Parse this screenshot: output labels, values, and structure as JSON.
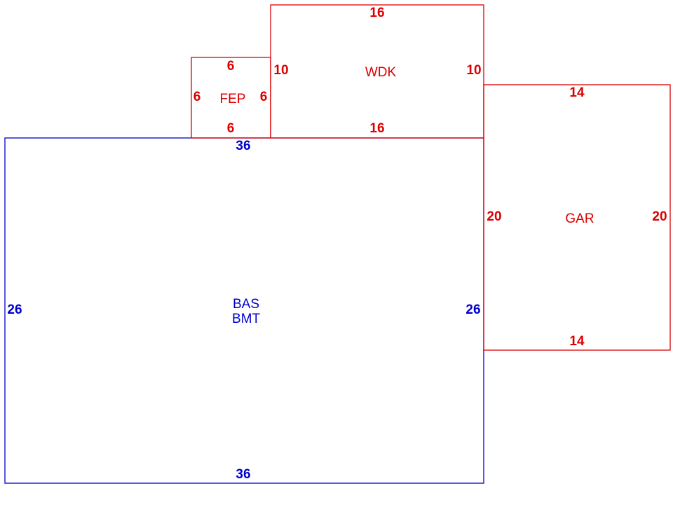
{
  "colors": {
    "basement": "#0000cc",
    "additions": "#dd0000",
    "background": "#ffffff"
  },
  "areas": {
    "bas": {
      "labels": [
        "BAS",
        "BMT"
      ],
      "dims": {
        "top": "36",
        "bottom": "36",
        "left": "26",
        "right": "26"
      }
    },
    "fep": {
      "label": "FEP",
      "dims": {
        "top": "6",
        "bottom": "6",
        "left": "6",
        "right": "6"
      }
    },
    "wdk": {
      "label": "WDK",
      "dims": {
        "top": "16",
        "bottom": "16",
        "left": "10",
        "right": "10"
      }
    },
    "gar": {
      "label": "GAR",
      "dims": {
        "top": "14",
        "bottom": "14",
        "left": "20",
        "right": "20"
      }
    }
  }
}
